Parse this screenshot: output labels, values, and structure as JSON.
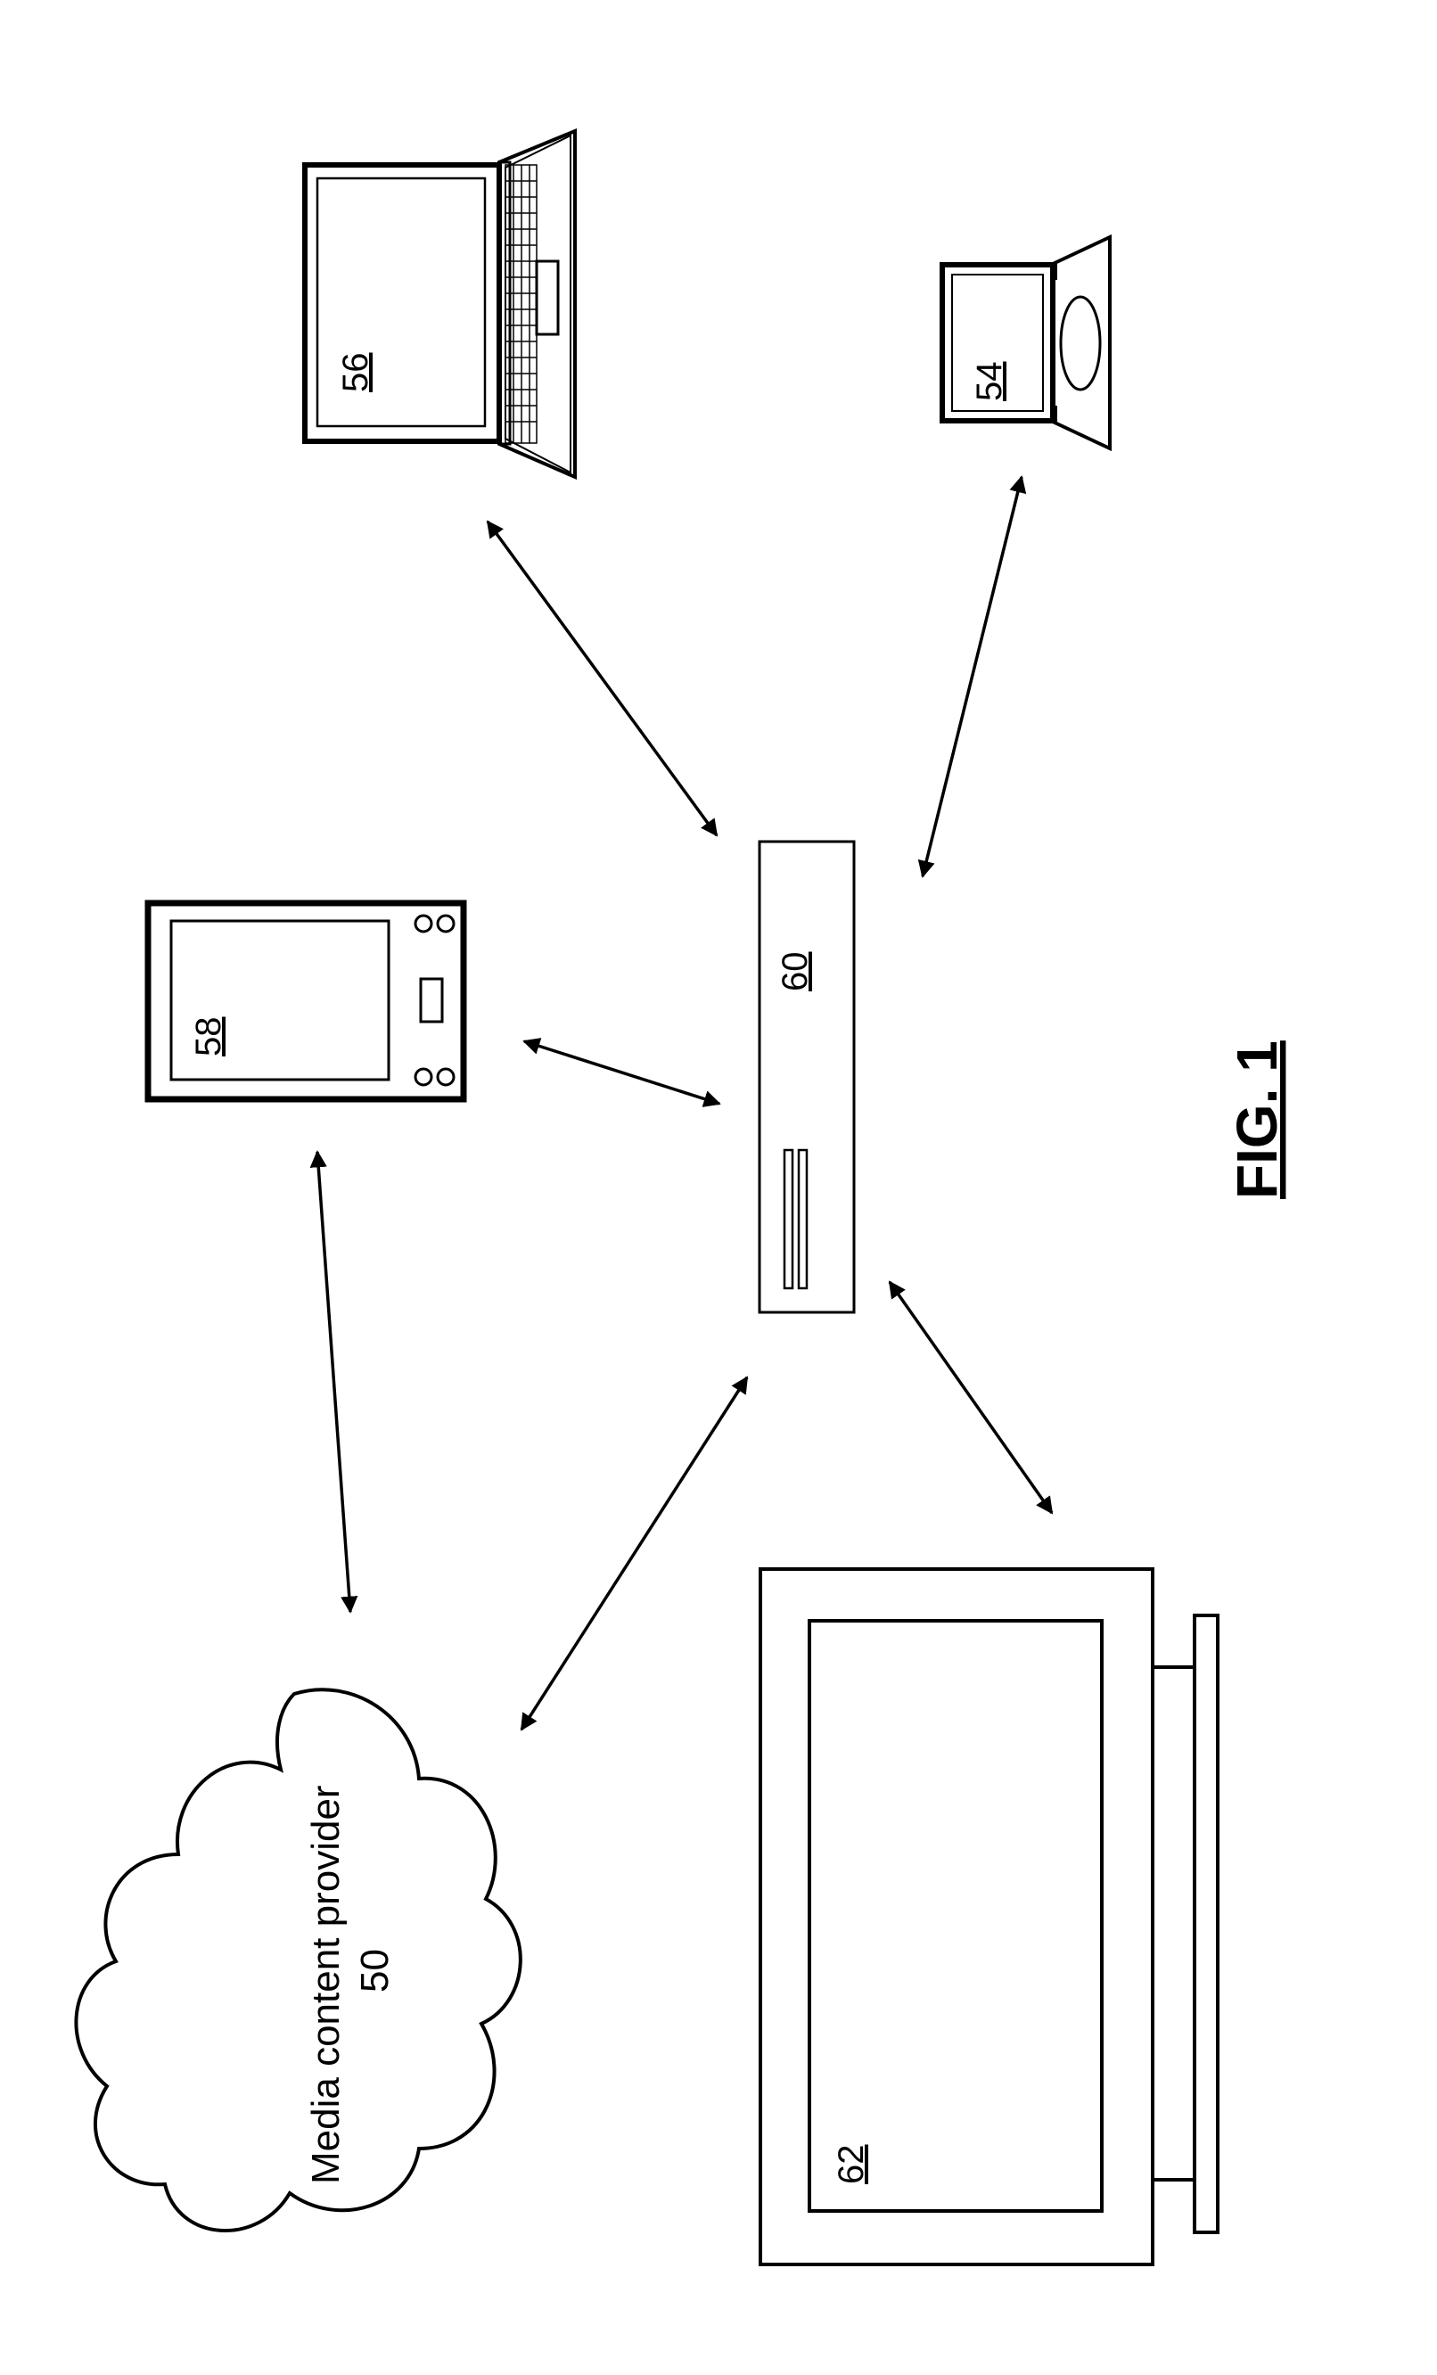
{
  "labels": {
    "laptop_56": "56",
    "laptop_54": "54",
    "tablet_58": "58",
    "hub_60": "60",
    "monitor_62": "62",
    "cloud_line1": "Media content provider",
    "cloud_line2": "50",
    "figure": "FIG. 1"
  },
  "colors": {
    "ink": "#000000",
    "paper": "#ffffff"
  },
  "connections": [
    {
      "from": "hub_60",
      "to": "laptop_56",
      "bidirectional": true
    },
    {
      "from": "hub_60",
      "to": "laptop_54",
      "bidirectional": true
    },
    {
      "from": "hub_60",
      "to": "tablet_58",
      "bidirectional": true
    },
    {
      "from": "hub_60",
      "to": "media_content_provider_50",
      "bidirectional": true
    },
    {
      "from": "hub_60",
      "to": "monitor_62",
      "bidirectional": true
    },
    {
      "from": "tablet_58",
      "to": "media_content_provider_50",
      "bidirectional": true
    }
  ]
}
